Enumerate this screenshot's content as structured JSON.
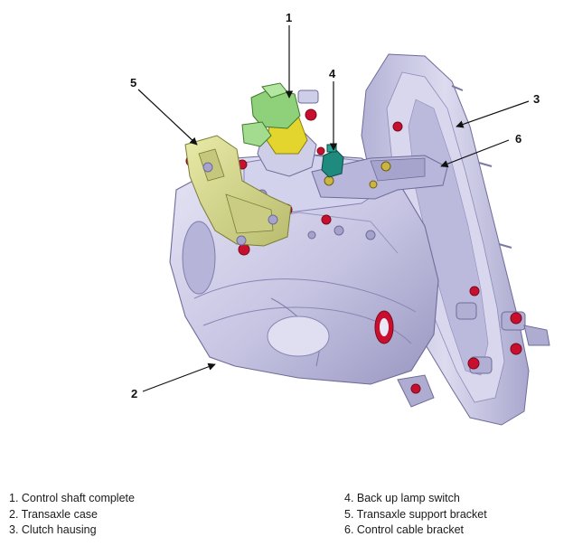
{
  "callouts": {
    "c1": "1",
    "c2": "2",
    "c3": "3",
    "c4": "4",
    "c5": "5",
    "c6": "6"
  },
  "legend": {
    "left": [
      "1. Control shaft complete",
      "2. Transaxle case",
      "3. Clutch hausing"
    ],
    "right": [
      "4. Back up lamp switch",
      "5. Transaxle support bracket",
      "6. Control cable bracket"
    ]
  },
  "colors": {
    "case": "#c9c8e4",
    "case_dark": "#9d9bc4",
    "case_light": "#e4e3f4",
    "red_part": "#c8102e",
    "control_shaft_green": "#8fd07a",
    "control_shaft_yellow": "#e3d52e",
    "support_bracket": "#d6d98e",
    "switch_teal": "#1f8a7e"
  }
}
